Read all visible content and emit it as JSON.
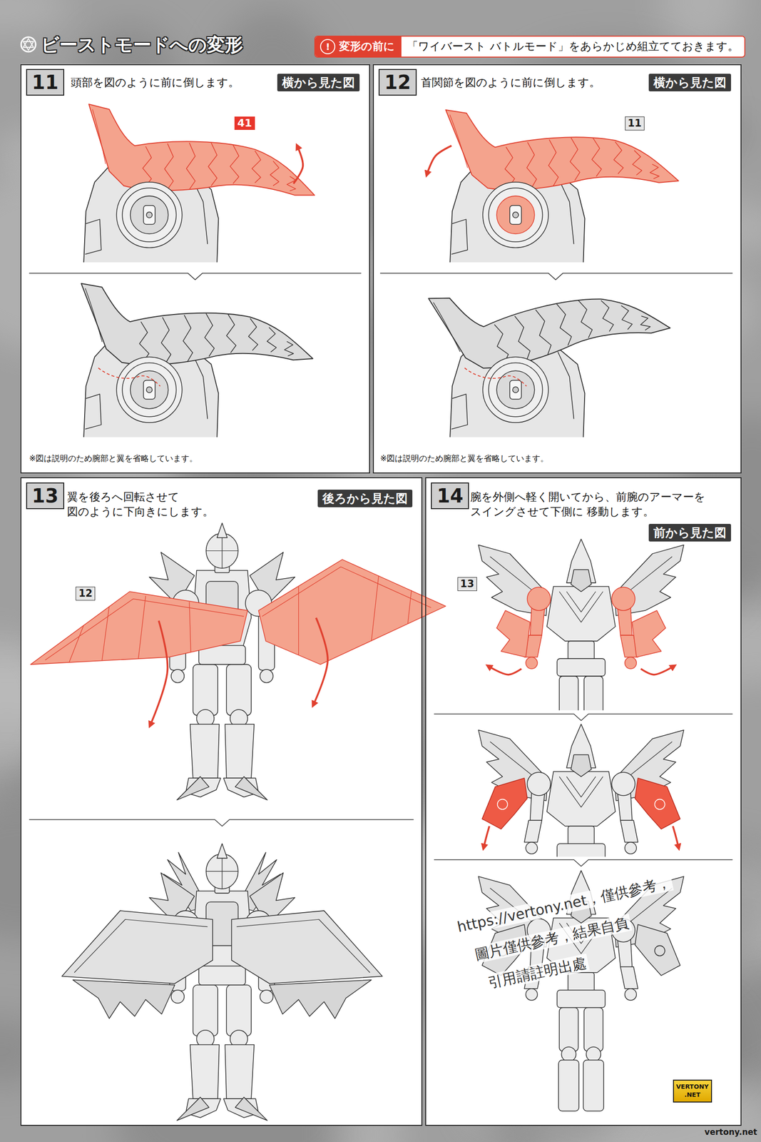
{
  "diagram": {
    "title": "ビーストモードへの変形",
    "nodes": [
      {
        "text": [
          "!",
          "変形の前に",
          "「ワイバースト バトルモード」をあらかじめ組立てておきます。"
        ]
      },
      {
        "text": [
          "頭部を図のように前に倒します。",
          "※図は説明のため腕部と翼を省略しています。"
        ]
      },
      {
        "text": [
          "11"
        ],
        "in": 1
      },
      {
        "text": [
          "横から見た図"
        ],
        "in": 1
      },
      {
        "text": [
          "41"
        ],
        "in": 1
      },
      {
        "text": [
          "首関節を図のように前に倒します。",
          "※図は説明のため腕部と翼を省略しています。"
        ]
      },
      {
        "text": [
          "12"
        ],
        "in": 5
      },
      {
        "text": [
          "横から見た図"
        ],
        "in": 5
      },
      {
        "text": [
          "11"
        ],
        "in": 5
      },
      {
        "text": [
          "翼を後ろへ回転させて 図のように下向きにします。"
        ]
      },
      {
        "text": [
          "13"
        ],
        "in": 9
      },
      {
        "text": [
          "後ろから見た図"
        ],
        "in": 9
      },
      {
        "text": [
          "12"
        ],
        "in": 9
      },
      {
        "text": [
          "腕を外側へ軽く開いてから、前腕のアーマーを スイングさせて下側に 移動します。"
        ]
      },
      {
        "text": [
          "14"
        ],
        "in": 13
      },
      {
        "text": [
          "前から見た図"
        ],
        "in": 13
      },
      {
        "text": [
          "13"
        ],
        "in": 13
      }
    ],
    "labels": [
      "https://vertony.net，僅供參考，",
      "圖片僅供參考，結果自負",
      "引用請註明出處",
      "VERTONY .NET",
      "vertony.net"
    ]
  }
}
